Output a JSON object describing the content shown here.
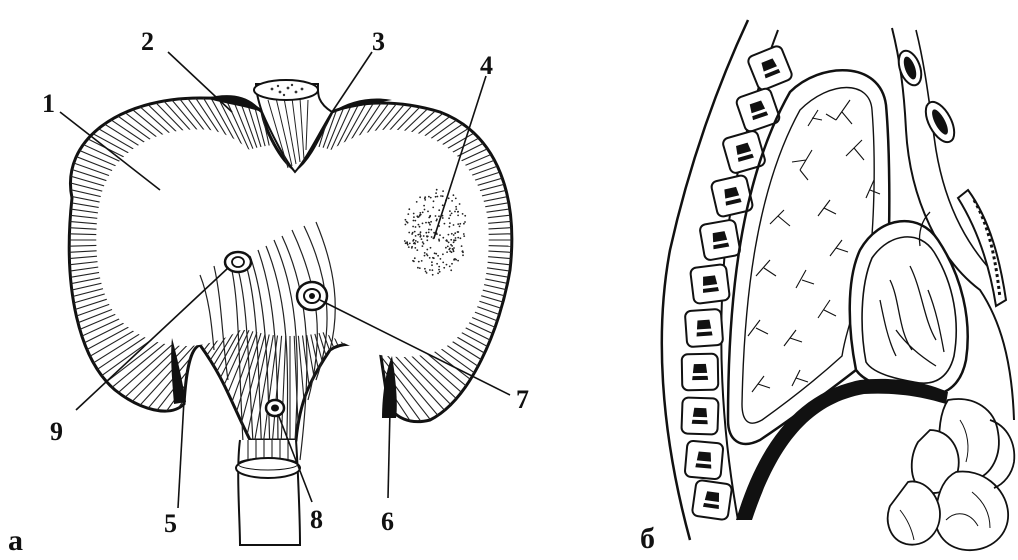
{
  "figure": {
    "panel_a": {
      "caption": "а",
      "labels": {
        "n1": "1",
        "n2": "2",
        "n3": "3",
        "n4": "4",
        "n5": "5",
        "n6": "6",
        "n7": "7",
        "n8": "8",
        "n9": "9"
      }
    },
    "panel_b": {
      "caption": "б"
    }
  }
}
